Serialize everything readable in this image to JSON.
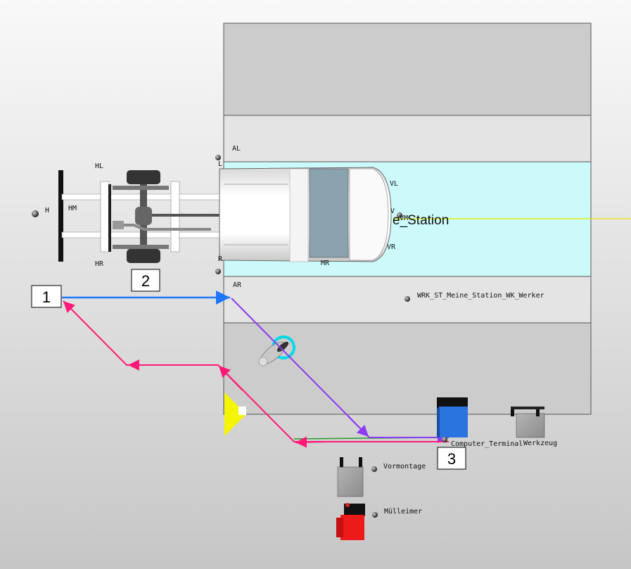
{
  "markers": {
    "m1": "1",
    "m2": "2",
    "m3": "3"
  },
  "station": {
    "name_fragment": "e_Station",
    "worker_label": "WRK_ST_Meine_Station_WK_Werker"
  },
  "vehicle_points": {
    "hl": "HL",
    "hm": "HM",
    "hr": "HR",
    "h": "H",
    "al": "AL",
    "ar": "AR",
    "vl": "VL",
    "v": "V",
    "vr": "VR",
    "vm": "VM",
    "l": "L",
    "r": "R",
    "mr": "MR"
  },
  "objects": {
    "computer_terminal": "Computer_Terminal",
    "werkzeug": "Werkzeug",
    "vormontage": "Vormontage",
    "muelleimer": "Mülleimer"
  },
  "colors": {
    "zone_grey": "#cccccc",
    "zone_light": "#e4e4e4",
    "zone_cyan": "#ccfafa",
    "path_blue": "#1e78ff",
    "path_pink": "#ff1a78",
    "path_purple": "#8a3cf0",
    "path_green": "#2a9a2a",
    "station_axis": "#e8e800",
    "terminal_blue": "#2a74e0",
    "bin_red": "#ee1a1a"
  }
}
